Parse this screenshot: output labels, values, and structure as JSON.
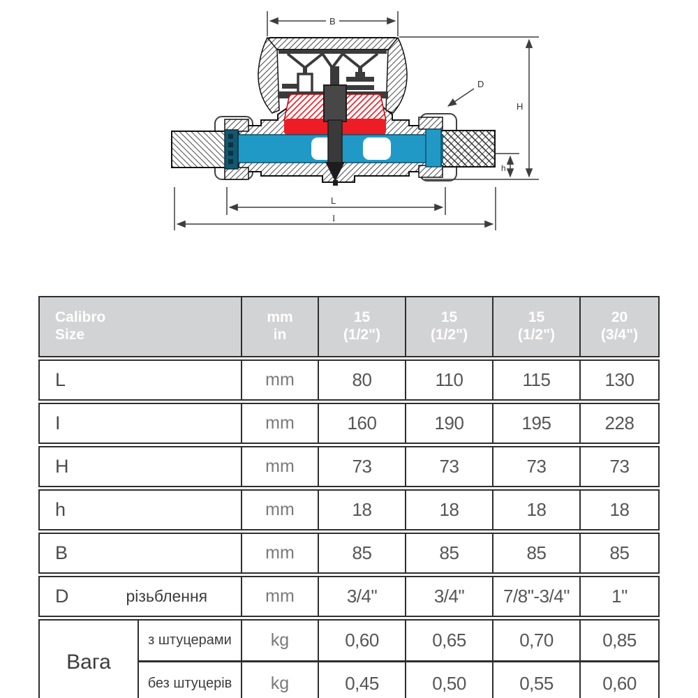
{
  "diagram": {
    "labels": {
      "width_b": "B",
      "height_h_cap": "H",
      "inlet_height": "h",
      "length_l": "L",
      "total_length_i": "I",
      "thread_d": "D"
    },
    "colors": {
      "red_chamber": "#ee1c25",
      "blue_waterway": "#2199c7",
      "navy_ring": "#14576f",
      "mechanism_dark": "#3b3b3b",
      "dimension_line": "#3d3d3d"
    }
  },
  "table": {
    "header": {
      "col1_line1": "Calibro",
      "col1_line2": "Size",
      "unit_line1": "mm",
      "unit_line2": "in",
      "sizes": [
        {
          "dn": "15",
          "inch": "(1/2\")"
        },
        {
          "dn": "15",
          "inch": "(1/2\")"
        },
        {
          "dn": "15",
          "inch": "(1/2\")"
        },
        {
          "dn": "20",
          "inch": "(3/4\")"
        }
      ]
    },
    "rows": [
      {
        "label": "L",
        "note": "",
        "unit": "mm",
        "values": [
          "80",
          "110",
          "115",
          "130"
        ]
      },
      {
        "label": "I",
        "note": "",
        "unit": "mm",
        "values": [
          "160",
          "190",
          "195",
          "228"
        ]
      },
      {
        "label": "H",
        "note": "",
        "unit": "mm",
        "values": [
          "73",
          "73",
          "73",
          "73"
        ]
      },
      {
        "label": "h",
        "note": "",
        "unit": "mm",
        "values": [
          "18",
          "18",
          "18",
          "18"
        ]
      },
      {
        "label": "B",
        "note": "",
        "unit": "mm",
        "values": [
          "85",
          "85",
          "85",
          "85"
        ]
      },
      {
        "label": "D",
        "note": "різьблення",
        "unit": "mm",
        "values": [
          "3/4\"",
          "3/4\"",
          "7/8\"-3/4\"",
          "1\""
        ]
      }
    ],
    "weight": {
      "label": "Вага",
      "rows": [
        {
          "sublabel": "з штуцерами",
          "unit": "kg",
          "values": [
            "0,60",
            "0,65",
            "0,70",
            "0,85"
          ]
        },
        {
          "sublabel": "без штуцерів",
          "unit": "kg",
          "values": [
            "0,45",
            "0,50",
            "0,55",
            "0,60"
          ]
        }
      ]
    }
  }
}
